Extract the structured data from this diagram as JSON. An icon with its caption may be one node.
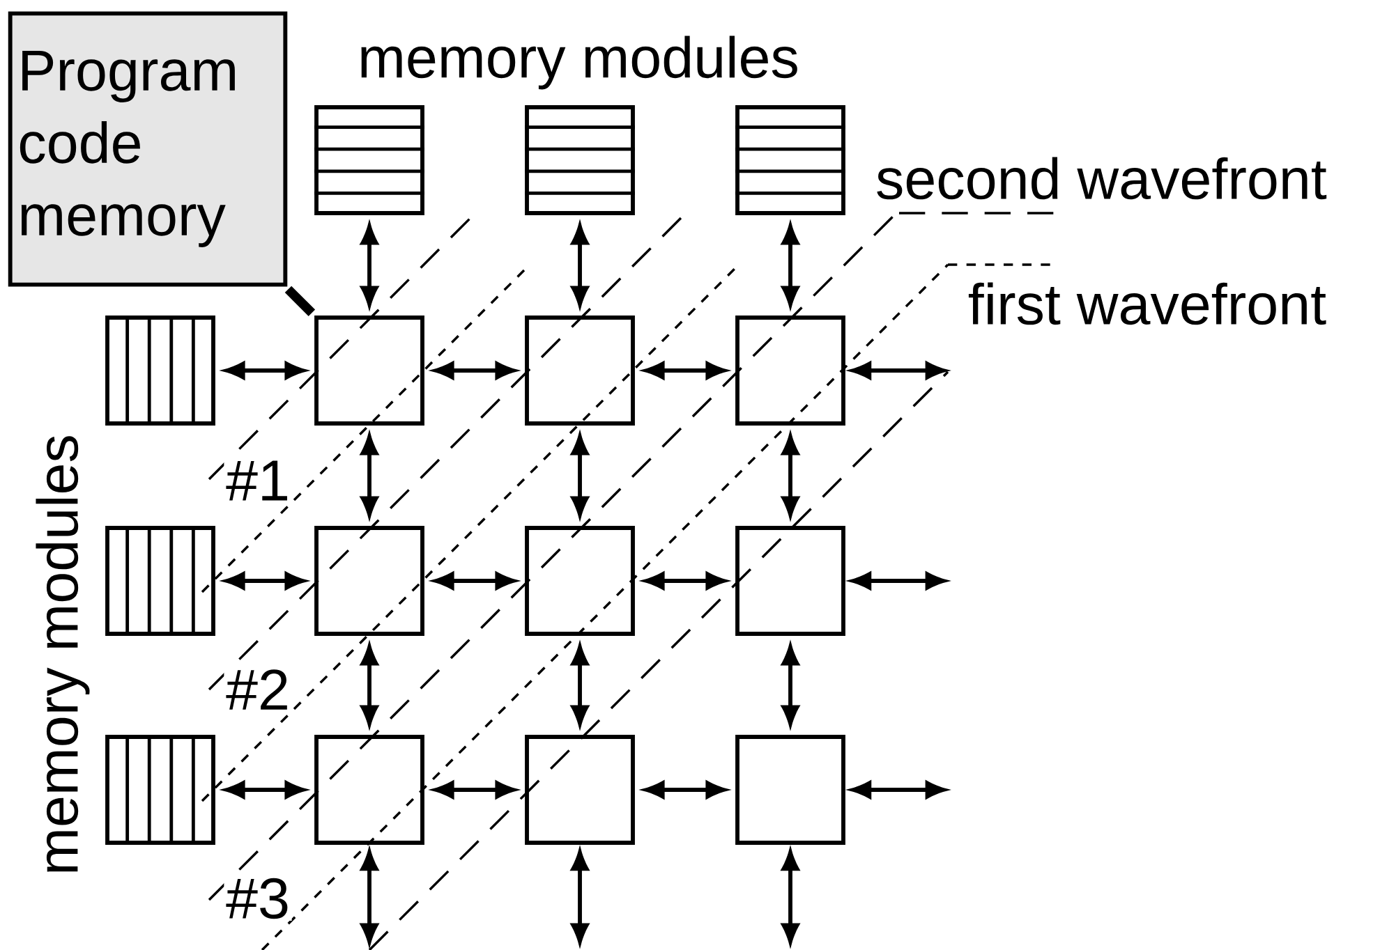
{
  "diagram": {
    "nodes": [
      {
        "text": [
          "Program code memory"
        ]
      },
      {
        "text": [],
        "shape": "box"
      },
      {
        "text": [],
        "shape": "box"
      },
      {
        "text": [],
        "shape": "box"
      },
      {
        "text": [],
        "shape": "box"
      },
      {
        "text": [],
        "shape": "box"
      },
      {
        "text": [],
        "shape": "box"
      },
      {
        "text": [],
        "shape": "box"
      },
      {
        "text": [],
        "shape": "box"
      },
      {
        "text": [],
        "shape": "box"
      },
      {
        "text": [],
        "shape": "box"
      },
      {
        "text": [],
        "shape": "box"
      },
      {
        "text": [],
        "shape": "box"
      },
      {
        "text": [],
        "shape": "box"
      },
      {
        "text": [],
        "shape": "box"
      },
      {
        "text": [],
        "shape": "box"
      }
    ],
    "edges": [
      {
        "from": 0,
        "to": 7,
        "arrow": "none",
        "style": "thick"
      },
      {
        "from": 1,
        "to": 7,
        "arrow": "both"
      },
      {
        "from": 2,
        "to": 8,
        "arrow": "both"
      },
      {
        "from": 3,
        "to": 9,
        "arrow": "both"
      },
      {
        "from": 4,
        "to": 7,
        "arrow": "both"
      },
      {
        "from": 5,
        "to": 10,
        "arrow": "both"
      },
      {
        "from": 6,
        "to": 13,
        "arrow": "both"
      },
      {
        "from": 7,
        "to": 8,
        "arrow": "both"
      },
      {
        "from": 8,
        "to": 9,
        "arrow": "both"
      },
      {
        "from": 10,
        "to": 11,
        "arrow": "both"
      },
      {
        "from": 11,
        "to": 12,
        "arrow": "both"
      },
      {
        "from": 13,
        "to": 14,
        "arrow": "both"
      },
      {
        "from": 14,
        "to": 15,
        "arrow": "both"
      },
      {
        "from": 7,
        "to": 10,
        "arrow": "both"
      },
      {
        "from": 8,
        "to": 11,
        "arrow": "both"
      },
      {
        "from": 9,
        "to": 12,
        "arrow": "both"
      },
      {
        "from": 10,
        "to": 13,
        "arrow": "both"
      },
      {
        "from": 11,
        "to": 14,
        "arrow": "both"
      },
      {
        "from": 12,
        "to": 15,
        "arrow": "both"
      },
      {
        "from": 9,
        "to": null,
        "arrow": "both"
      },
      {
        "from": 12,
        "to": null,
        "arrow": "both"
      },
      {
        "from": 15,
        "to": null,
        "arrow": "both"
      },
      {
        "from": 13,
        "to": null,
        "arrow": "both"
      },
      {
        "from": 14,
        "to": null,
        "arrow": "both"
      },
      {
        "from": 15,
        "to": null,
        "arrow": "both"
      }
    ],
    "labels": [
      "memory modules",
      "second wavefront",
      "first wavefront",
      "memory modules",
      "#1",
      "#2",
      "#3"
    ]
  }
}
